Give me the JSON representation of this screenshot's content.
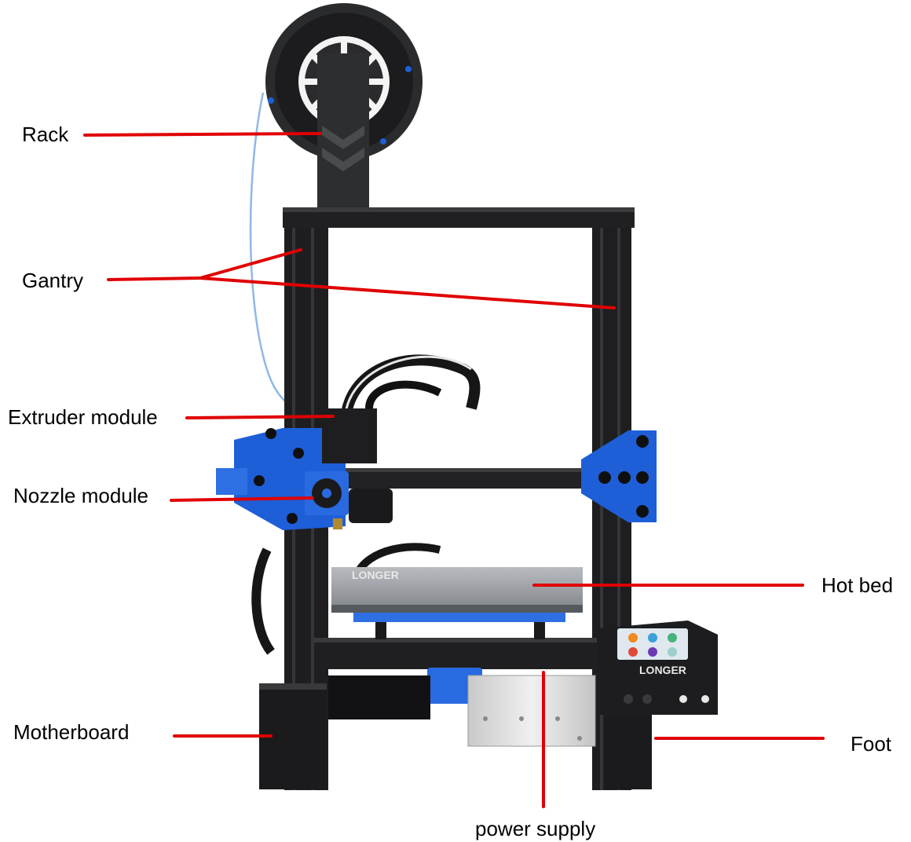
{
  "diagram": {
    "labels": {
      "rack": "Rack",
      "gantry": "Gantry",
      "extruder": "Extruder module",
      "nozzle": "Nozzle module",
      "hot_bed": "Hot bed",
      "motherboard": "Motherboard",
      "foot": "Foot",
      "power_supply": "power supply"
    },
    "brand": {
      "bed_logo": "LONGER",
      "screen_logo": "LONGER"
    },
    "colors": {
      "leader_line": "#e00000",
      "frame": "#1b1b1d",
      "accent_blue": "#1e5fd8",
      "filament": "#8fb8e8",
      "bed": "#9ea2a6",
      "psu": "#dcdcdc"
    }
  }
}
